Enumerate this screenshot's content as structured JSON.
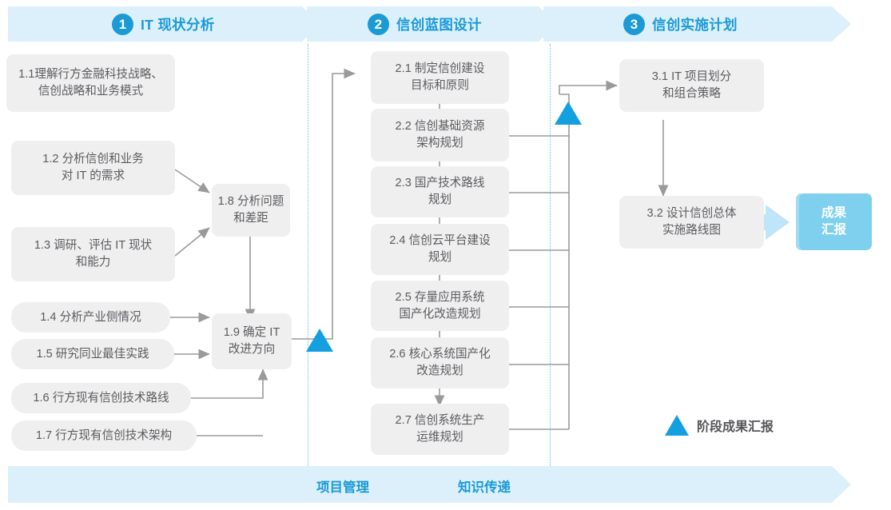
{
  "diagram": {
    "title_phases": [
      {
        "num": "1",
        "label": "IT 现状分析"
      },
      {
        "num": "2",
        "label": "信创蓝图设计"
      },
      {
        "num": "3",
        "label": "信创实施计划"
      }
    ],
    "phase1_tasks": [
      {
        "id": "1.1",
        "text": "1.1理解行方金融科技战略、\n信创战略和业务模式"
      },
      {
        "id": "1.2",
        "text": "1.2 分析信创和业务\n对 IT 的需求"
      },
      {
        "id": "1.3",
        "text": "1.3 调研、评估 IT 现状\n和能力"
      },
      {
        "id": "1.4",
        "text": "1.4 分析产业侧情况"
      },
      {
        "id": "1.5",
        "text": "1.5 研究同业最佳实践"
      },
      {
        "id": "1.6",
        "text": "1.6 行方现有信创技术路线"
      },
      {
        "id": "1.7",
        "text": "1.7 行方现有信创技术架构"
      },
      {
        "id": "1.8",
        "text": "1.8 分析问题\n和差距"
      },
      {
        "id": "1.9",
        "text": "1.9 确定 IT\n改进方向"
      }
    ],
    "phase2_tasks": [
      {
        "id": "2.1",
        "text": "2.1 制定信创建设\n目标和原则"
      },
      {
        "id": "2.2",
        "text": "2.2 信创基础资源\n架构规划"
      },
      {
        "id": "2.3",
        "text": "2.3 国产技术路线\n规划"
      },
      {
        "id": "2.4",
        "text": "2.4 信创云平台建设\n规划"
      },
      {
        "id": "2.5",
        "text": "2.5 存量应用系统\n国产化改造规划"
      },
      {
        "id": "2.6",
        "text": "2.6 核心系统国产化\n改造规划"
      },
      {
        "id": "2.7",
        "text": "2.7 信创系统生产\n运维规划"
      }
    ],
    "phase3_tasks": [
      {
        "id": "3.1",
        "text": "3.1 IT 项目划分\n和组合策略"
      },
      {
        "id": "3.2",
        "text": "3.2 设计信创总体\n实施路线图"
      }
    ],
    "deliverable": {
      "text": "成果\n汇报"
    },
    "legend": {
      "text": "阶段成果汇报",
      "marker": "triangle"
    },
    "bottom_bar": {
      "labels": [
        "项目管理",
        "知识传递"
      ]
    },
    "colors": {
      "accent": "#1c9ad6",
      "banner_fill": "#dcf0fb",
      "box_fill": "#efeff0",
      "box_text": "#5c5c60",
      "connector": "#9a9a9a",
      "milestone": "#14a0e0",
      "deliverable_fill": "#7fd0ee",
      "divider": "#59c2e8"
    }
  }
}
